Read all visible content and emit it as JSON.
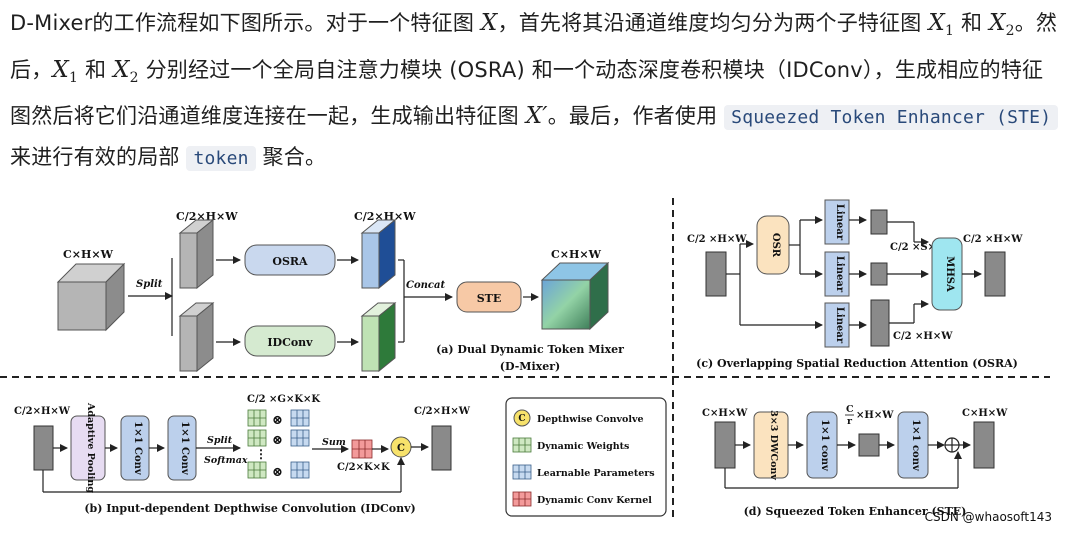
{
  "paragraph": {
    "s1": "D-Mixer的工作流程如下图所示。对于一个特征图 ",
    "X": "X",
    "s2": "，首先将其沿通道维度均匀分为两个子特征图 ",
    "X1": "X",
    "sub1": "1",
    "he": " 和 ",
    "X2": "X",
    "sub2": "2",
    "s3": "。然后，",
    "X1b": "X",
    "sub1b": "1",
    "he2": " 和 ",
    "X2b": "X",
    "sub2b": "2",
    "s4": " 分别经过一个全局自注意力模块 (OSRA) 和一个动态深度卷积模块（IDConv），生成相应的特征图然后将它们沿通道维度连接在一起，生成输出特征图 ",
    "Xp": "X′",
    "s5": "。最后，作者使用 ",
    "code1": "Squeezed Token Enhancer (STE)",
    "s6": " 来进行有效的局部 ",
    "code2": "token",
    "s7": " 聚合。"
  },
  "figure": {
    "a": {
      "input_dim": "C×H×W",
      "split": "Split",
      "half_dim_top": "C/2×H×W",
      "half_dim_top2": "C/2×H×W",
      "osra": "OSRA",
      "idconv": "IDConv",
      "concat": "Concat",
      "ste": "STE",
      "output_dim": "C×H×W",
      "caption": "(a) Dual Dynamic Token Mixer",
      "caption2": "(D-Mixer)"
    },
    "b": {
      "in_dim": "C/2×H×W",
      "adaptive_pooling": "Adaptive Pooling",
      "conv1": "1×1 Conv",
      "conv2": "1×1 Conv",
      "split": "Split",
      "softmax": "Softmax",
      "gkk": "C/2 ×G×K×K",
      "sum": "Sum",
      "ckk": "C/2×K×K",
      "c": "C",
      "out_dim": "C/2×H×W",
      "caption": "(b) Input-dependent Depthwise Convolution (IDConv)"
    },
    "c": {
      "in_dim": "C/2 ×H×W",
      "osr": "OSR",
      "linear": "Linear",
      "mid_dim": "C/2 ×S×S",
      "mhsa": "MHSA",
      "out_dim": "C/2 ×H×W",
      "low_dim": "C/2 ×H×W",
      "caption": "(c) Overlapping Spatial Reduction Attention (OSRA)"
    },
    "legend": {
      "c": "C",
      "depthwise": "Depthwise Convolve",
      "dyn_weights": "Dynamic Weights",
      "learnable": "Learnable Parameters",
      "dyn_kernel": "Dynamic Conv Kernel"
    },
    "d": {
      "in_dim": "C×H×W",
      "dwconv": "3×3 DWConv",
      "conv1": "1×1 conv",
      "mid_dim_c": "C",
      "mid_dim_r": "r",
      "mid_dim_rest": "×H×W",
      "conv2": "1×1 conv",
      "out_dim": "C×H×W",
      "caption": "(d) Squeezed Token Enhancer (STE)"
    },
    "watermark": "CSDN @whaosoft143"
  },
  "colors": {
    "osra_fill": "#c9d8ee",
    "idconv_fill": "#d5ead0",
    "ste_fill": "#f7c9a6",
    "osr_fill": "#fbe3bf",
    "linear_fill": "#bcd0ec",
    "mhsa_fill": "#9fe6f0",
    "conv_fill": "#bcd0ec",
    "pool_fill": "#e7dcf2",
    "circle_fill": "#f7e26b"
  }
}
